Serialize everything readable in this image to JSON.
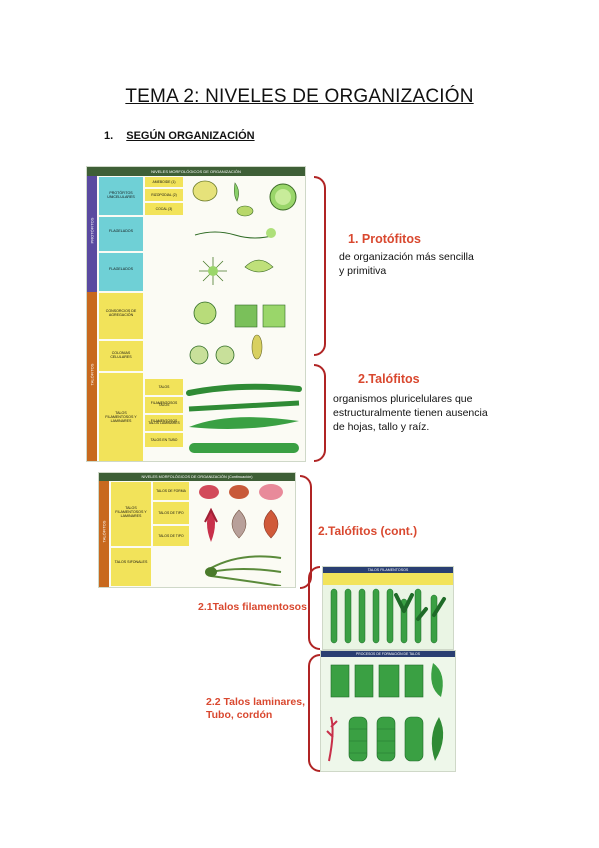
{
  "page": {
    "title": "TEMA 2: NIVELES DE ORGANIZACIÓN",
    "section_number": "1.",
    "section_title": "SEGÚN ORGANIZACIÓN"
  },
  "annotations": {
    "protofitos_heading": "1. Protófitos",
    "protofitos_desc_1": "de organización más sencilla",
    "protofitos_desc_2": "y primitiva",
    "talofitos_heading": "2.Talófitos",
    "talofitos_desc_1": "organismos pluricelulares que",
    "talofitos_desc_2": "estructuralmente tienen ausencia",
    "talofitos_desc_3": "de hojas, tallo y raíz.",
    "talofitos_cont_heading": "2.Talófitos (cont.)",
    "talos_filamentosos": "2.1Talos filamentosos",
    "talos_laminares_1": "2.2 Talos laminares,",
    "talos_laminares_2": "Tubo, cordón"
  },
  "figure1": {
    "header": "NIVELES MORFOLÓGICOS DE ORGANIZACIÓN",
    "group_protofitos": "PROTÓFITOS",
    "group_talofitos": "TALÓFITOS",
    "left_labels": [
      "PROTÓFITOS UNICELULARES",
      "FLAGELADOS",
      "FLAGELADOS",
      "CONSORCIOS DE AGREGACIÓN",
      "COLONIAS CELULARES",
      "TALOS FILAMENTOSOS Y LAMINARES"
    ],
    "mid_labels": [
      "AMEBOIDE (1)",
      "RIZOPODIAL (2)",
      "COCAL (3)",
      "TALOS FILAMENTOSOS",
      "TALOS FILAMENTOSOS",
      "TALOS LAMINARES",
      "TALOS EN TUBO"
    ]
  },
  "figure2": {
    "header": "NIVELES MORFOLÓGICOS DE ORGANIZACIÓN (Continuación)",
    "group": "TALÓFITOS",
    "left_labels": [
      "TALOS FILAMENTOSOS Y LAMINARES",
      "TALOS SIFONALES"
    ],
    "mid_labels": [
      "TALOS DE FORMA",
      "TALOS DE TIPO",
      "TALOS DE TIPO"
    ]
  },
  "figure3": {
    "header": "TALOS FILAMENTOSOS"
  },
  "figure4": {
    "header": "PROCESOS DE FORMACIÓN DE TALOS"
  },
  "colors": {
    "accent_red": "#d9482f",
    "bracket_red": "#b02424",
    "header_green": "#3e5f36",
    "band_purple": "#5a4aa0",
    "band_orange": "#c8691e",
    "cyan": "#6fd0d6",
    "yellow": "#f2e35a",
    "leaf_green": "#2f9b3c"
  }
}
